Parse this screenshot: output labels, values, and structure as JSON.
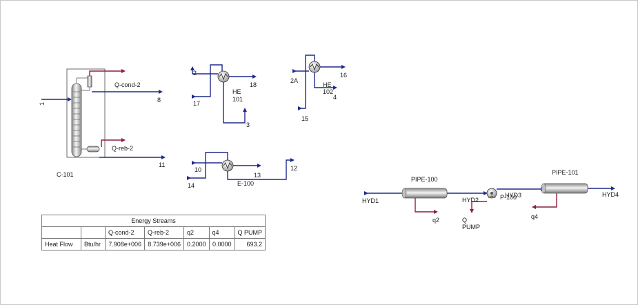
{
  "diagram": {
    "column": {
      "name": "C-101",
      "cond": "Q-cond-2",
      "reb": "Q-reb-2",
      "feed": "1",
      "top": "8",
      "bottom": "11"
    },
    "he101": {
      "name1": "HE",
      "name2": "101",
      "in": "2",
      "cold_in": "17",
      "out": "18",
      "cold_out": "3"
    },
    "he102": {
      "name1": "HE",
      "name2": "102",
      "in": "2A",
      "cold_in": "15",
      "out": "16",
      "cold_out": "4"
    },
    "e100": {
      "name": "E-100",
      "in": "10",
      "cold_in": "14",
      "out": "13",
      "cold_out": "12"
    },
    "pipe100": {
      "name": "PIPE-100",
      "in": "HYD1",
      "out": "HYD2",
      "q": "q2"
    },
    "pump": {
      "name": "P-100",
      "q1": "Q",
      "q2": "PUMP"
    },
    "pipe101": {
      "name": "PIPE-101",
      "in": "HYD3",
      "out": "HYD4",
      "q": "q4"
    }
  },
  "energy_table": {
    "title": "Energy Streams",
    "columns": [
      "Q-cond-2",
      "Q-reb-2",
      "q2",
      "q4",
      "Q PUMP"
    ],
    "row_label": "Heat Flow",
    "unit": "Btu/hr",
    "values": [
      "7.908e+006",
      "8.739e+006",
      "0.2000",
      "0.0000",
      "693.2"
    ]
  }
}
